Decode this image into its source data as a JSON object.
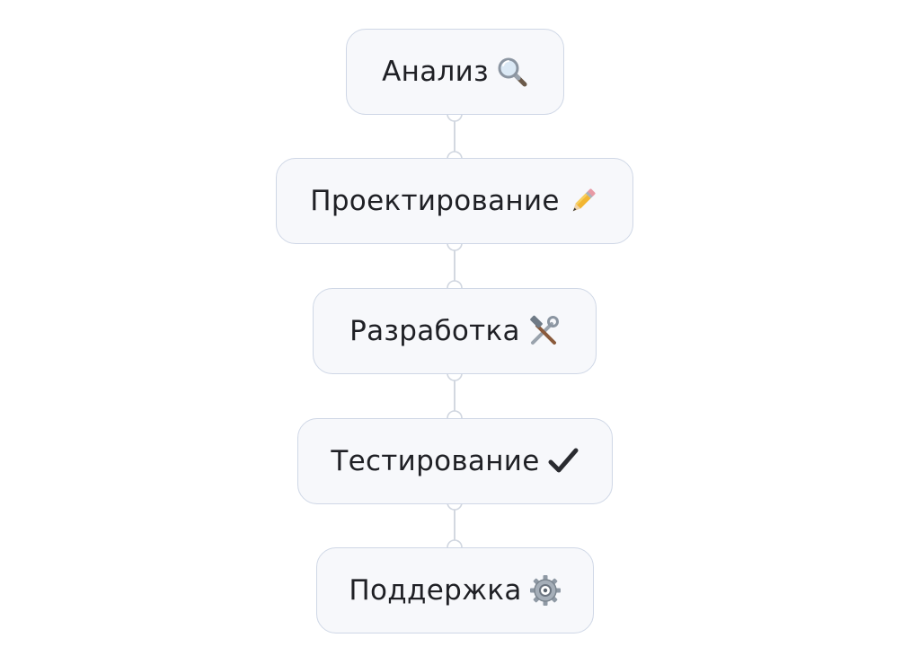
{
  "flowchart": {
    "steps": [
      {
        "label": "Анализ",
        "icon": "magnifying-glass-icon"
      },
      {
        "label": "Проектирование",
        "icon": "pencil-icon"
      },
      {
        "label": "Разработка",
        "icon": "hammer-and-wrench-icon"
      },
      {
        "label": "Тестирование",
        "icon": "check-mark-icon"
      },
      {
        "label": "Поддержка",
        "icon": "gear-icon"
      }
    ]
  },
  "colors": {
    "node_background": "#f7f8fb",
    "node_border": "#cfd7e6",
    "connector": "#d3d8e0",
    "text": "#1f2025"
  }
}
